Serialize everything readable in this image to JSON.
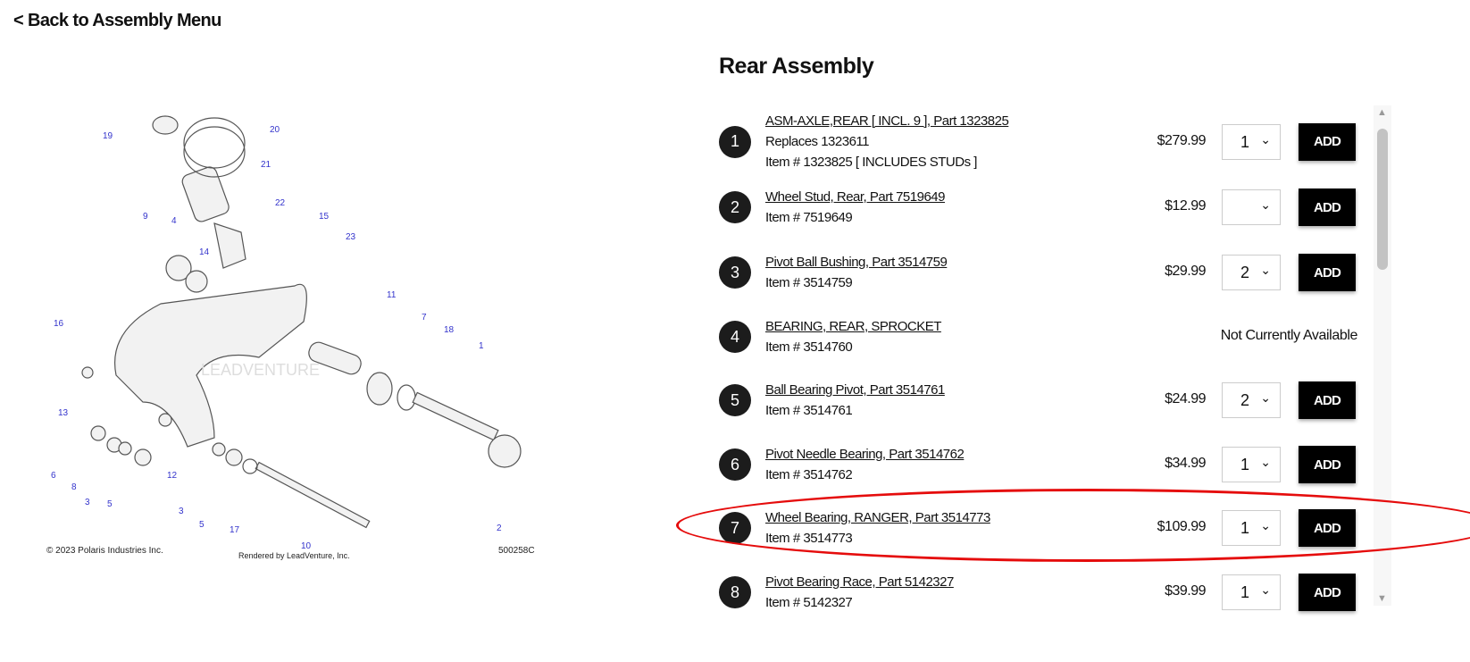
{
  "nav": {
    "back_label": "< Back to Assembly Menu"
  },
  "assembly": {
    "title": "Rear Assembly"
  },
  "diagram": {
    "copyright": "© 2023 Polaris Industries Inc.",
    "rendered_by": "Rendered by LeadVenture, Inc.",
    "code": "500258C",
    "watermark": "LEADVENTURE",
    "callouts": [
      "19",
      "20",
      "21",
      "22",
      "15",
      "23",
      "9",
      "4",
      "14",
      "11",
      "7",
      "18",
      "1",
      "16",
      "13",
      "6",
      "8",
      "3",
      "5",
      "12",
      "3",
      "5",
      "17",
      "10",
      "2"
    ]
  },
  "parts": [
    {
      "num": "1",
      "name": "ASM-AXLE,REAR [ INCL. 9 ], Part 1323825",
      "extra": "Replaces 1323611",
      "item": "Item # 1323825 [ INCLUDES STUDs ]",
      "price": "$279.99",
      "qty": "1",
      "add": "ADD"
    },
    {
      "num": "2",
      "name": "Wheel Stud, Rear, Part 7519649",
      "item": "Item # 7519649",
      "price": "$12.99",
      "qty": "",
      "add": "ADD"
    },
    {
      "num": "3",
      "name": "Pivot Ball Bushing, Part 3514759",
      "item": "Item # 3514759",
      "price": "$29.99",
      "qty": "2",
      "add": "ADD"
    },
    {
      "num": "4",
      "name": "BEARING, REAR, SPROCKET",
      "item": "Item # 3514760",
      "status": "Not Currently Available"
    },
    {
      "num": "5",
      "name": "Ball Bearing Pivot, Part 3514761",
      "item": "Item # 3514761",
      "price": "$24.99",
      "qty": "2",
      "add": "ADD"
    },
    {
      "num": "6",
      "name": "Pivot Needle Bearing, Part 3514762",
      "item": "Item # 3514762",
      "price": "$34.99",
      "qty": "1",
      "add": "ADD"
    },
    {
      "num": "7",
      "name": "Wheel Bearing, RANGER, Part 3514773",
      "item": "Item # 3514773",
      "price": "$109.99",
      "qty": "1",
      "add": "ADD"
    },
    {
      "num": "8",
      "name": "Pivot Bearing Race, Part 5142327",
      "item": "Item # 5142327",
      "price": "$39.99",
      "qty": "1",
      "add": "ADD"
    }
  ],
  "colors": {
    "highlight": "#e50c0c",
    "button": "#000000",
    "callout": "#3333cc"
  }
}
